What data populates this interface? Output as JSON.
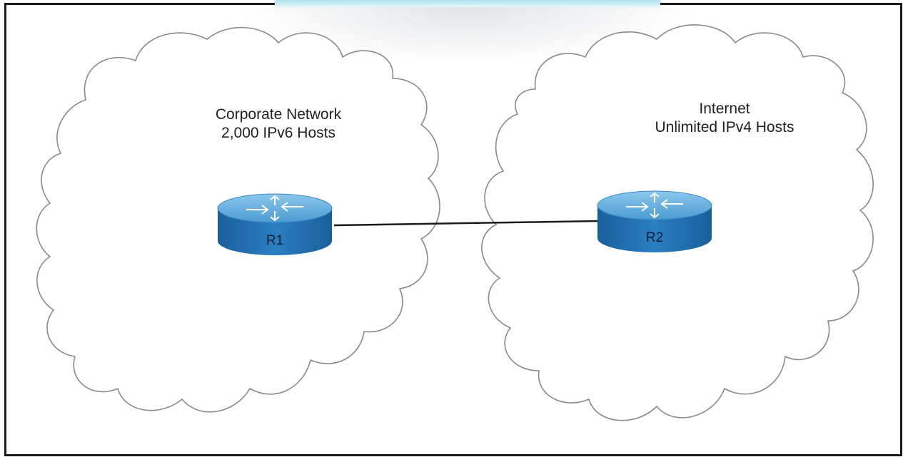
{
  "clouds": [
    {
      "id": "corporate",
      "title": "Corporate Network",
      "subtitle": "2,000 IPv6 Hosts"
    },
    {
      "id": "internet",
      "title": "Internet",
      "subtitle": "Unlimited IPv4 Hosts"
    }
  ],
  "routers": [
    {
      "id": "r1",
      "label": "R1"
    },
    {
      "id": "r2",
      "label": "R2"
    }
  ],
  "colors": {
    "router_top": "#5aa7d9",
    "router_side": "#1f6fb1",
    "cloud_stroke": "#8a8a8a",
    "link": "#1a1a1a"
  },
  "icons": [
    "router-icon",
    "cloud-shape"
  ]
}
